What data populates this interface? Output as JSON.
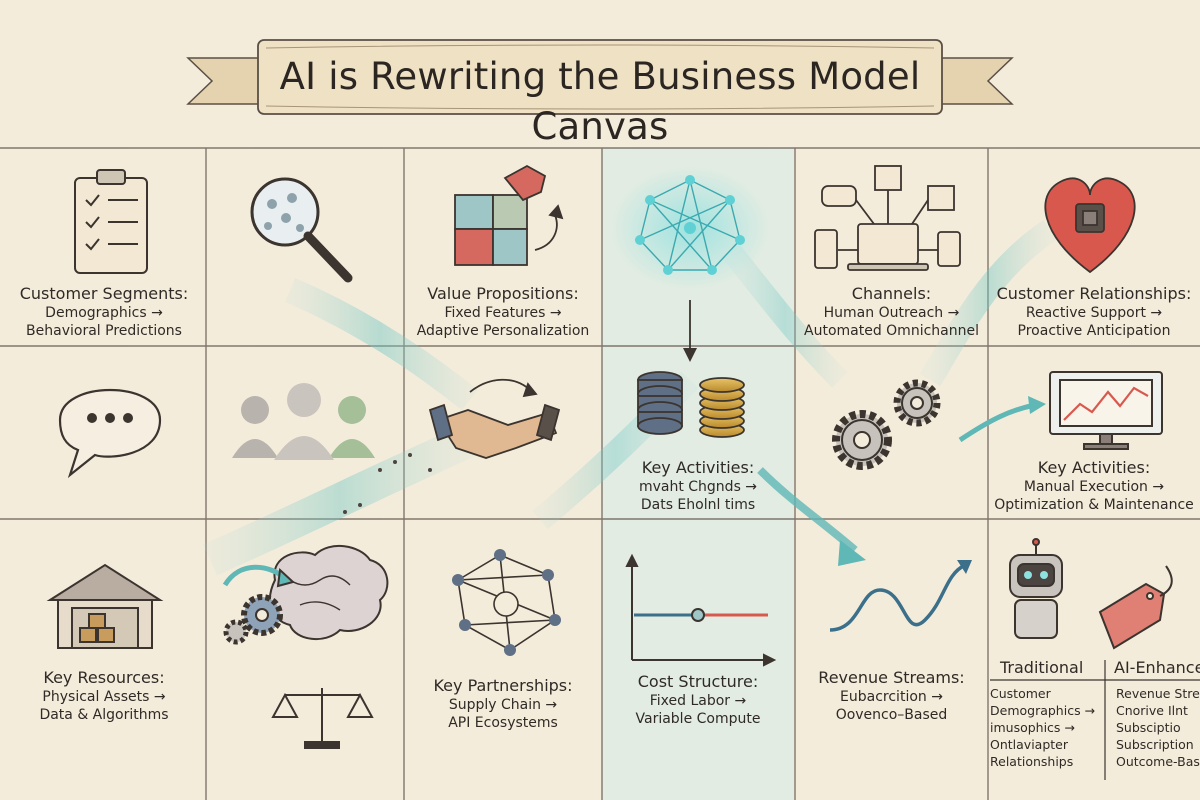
{
  "title": "AI is Rewriting the Business Model Canvas",
  "cells": {
    "customer_segments": {
      "heading": "Customer Segments:",
      "line1": "Demographics →",
      "line2": "Behavioral Predictions"
    },
    "value_propositions": {
      "heading": "Value Propositions:",
      "line1": "Fixed Features →",
      "line2": "Adaptive Personalization"
    },
    "channels": {
      "heading": "Channels:",
      "line1": "Human Outreach →",
      "line2": "Automated Omnichannel"
    },
    "customer_relationships": {
      "heading": "Customer Relationships:",
      "line1": "Reactive Support →",
      "line2": "Proactive Anticipation"
    },
    "key_activities_center": {
      "heading": "Key Activities:",
      "line1": "mvaht Chgnds →",
      "line2": "Dats Eholnl tims"
    },
    "key_activities_right": {
      "heading": "Key Activities:",
      "line1": "Manual Execution →",
      "line2": "Optimization & Maintenance"
    },
    "key_resources": {
      "heading": "Key Resources:",
      "line1": "Physical Assets →",
      "line2": "Data & Algorithms"
    },
    "key_partnerships": {
      "heading": "Key Partnerships:",
      "line1": "Supply Chain →",
      "line2": "API Ecosystems"
    },
    "cost_structure": {
      "heading": "Cost Structure:",
      "line1": "Fixed Labor →",
      "line2": "Variable Compute"
    },
    "revenue_streams": {
      "heading": "Revenue Streams:",
      "line1": "Eubacrcition →",
      "line2": "Oovenco–Based"
    }
  },
  "comparison": {
    "traditional_header": "Traditional",
    "ai_header": "AI-Enhance",
    "traditional_items": [
      "Customer",
      "Demographics →",
      "imusophics →",
      "Ontlaviapter",
      "Relationships"
    ],
    "ai_items": [
      "Revenue Stre",
      "Cnorive Ilnt",
      "Subsciptio",
      "Subscription",
      "Outcome-Bas"
    ]
  },
  "icons": [
    "clipboard-checklist-icon",
    "magnifier-icon",
    "puzzle-icon",
    "neural-network-icon",
    "devices-network-icon",
    "heart-chip-icon",
    "speech-bubble-icon",
    "people-group-icon",
    "handshake-icon",
    "database-coins-icon",
    "gears-icon",
    "trend-monitor-icon",
    "warehouse-icon",
    "brain-gears-icon",
    "network-partners-icon",
    "cost-chart-icon",
    "revenue-curve-icon",
    "robot-price-tag-icon",
    "scales-icon"
  ],
  "colors": {
    "paper": "#f4ecdb",
    "ink": "#2f2a26",
    "teal": "#5fc0c2",
    "red": "#d9584e",
    "highlight": "#d6ece6"
  }
}
